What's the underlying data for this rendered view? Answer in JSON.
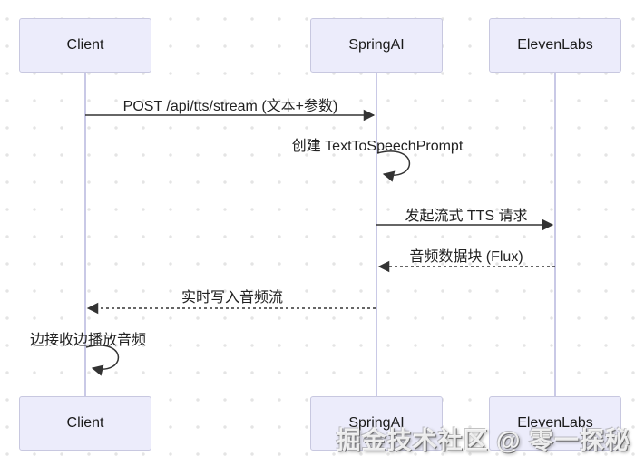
{
  "diagram": {
    "type": "sequence",
    "actors": [
      {
        "id": "client",
        "label": "Client"
      },
      {
        "id": "springai",
        "label": "SpringAI"
      },
      {
        "id": "elevenlabs",
        "label": "ElevenLabs"
      }
    ],
    "messages": [
      {
        "from": "Client",
        "to": "SpringAI",
        "style": "solid",
        "label": "POST /api/tts/stream (文本+参数)"
      },
      {
        "from": "SpringAI",
        "to": "SpringAI",
        "style": "self",
        "label": "创建 TextToSpeechPrompt"
      },
      {
        "from": "SpringAI",
        "to": "ElevenLabs",
        "style": "solid",
        "label": "发起流式 TTS 请求"
      },
      {
        "from": "ElevenLabs",
        "to": "SpringAI",
        "style": "dashed",
        "label": "音频数据块 (Flux)"
      },
      {
        "from": "SpringAI",
        "to": "Client",
        "style": "dashed",
        "label": "实时写入音频流"
      },
      {
        "from": "Client",
        "to": "Client",
        "style": "self",
        "label": "边接收边播放音频"
      }
    ]
  },
  "watermark": {
    "text": "掘金技术社区 @ 零一探秘"
  },
  "colors": {
    "actor_fill": "#ececfb",
    "actor_border": "#c8c8e0",
    "lifeline": "#c9c9e6",
    "arrow": "#333333",
    "text": "#222222",
    "dot_grid": "#e4e4e4",
    "background": "#ffffff"
  }
}
